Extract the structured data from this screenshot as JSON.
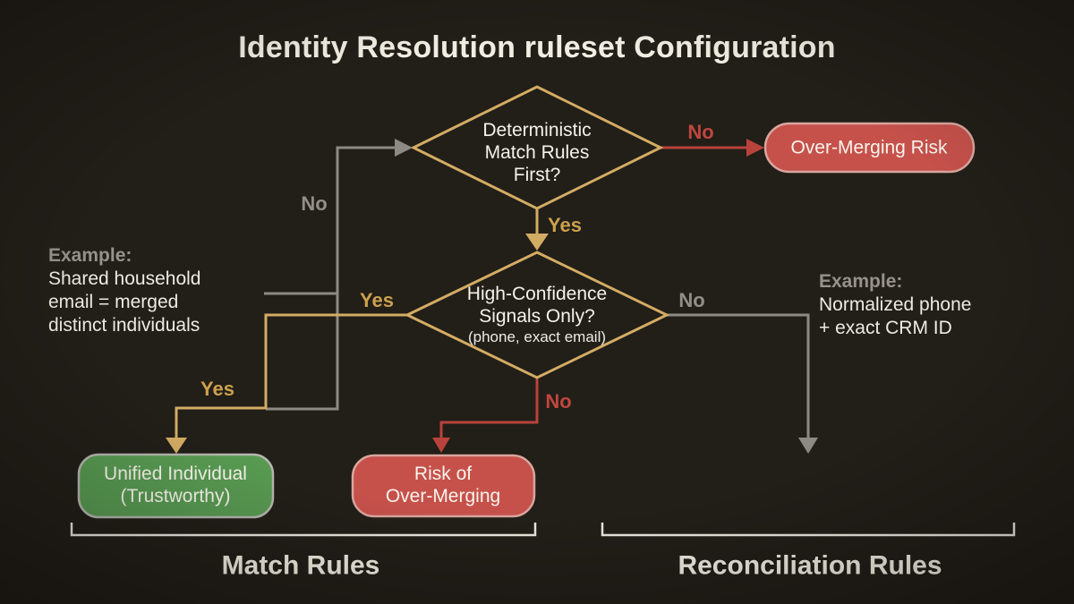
{
  "title": "Identity Resolution ruleset Configuration",
  "nodes": {
    "decision1": {
      "line1": "Deterministic",
      "line2": "Match Rules",
      "line3": "First?"
    },
    "decision2": {
      "line1": "High-Confidence",
      "line2": "Signals Only?",
      "sub": "(phone, exact email)"
    },
    "over_merging_risk": {
      "label": "Over-Merging Risk"
    },
    "unified_individual": {
      "line1": "Unified Individual",
      "line2": "(Trustworthy)"
    },
    "risk_of_over_merging": {
      "line1": "Risk of",
      "line2": "Over-Merging"
    }
  },
  "edge_labels": {
    "loop_no": "No",
    "d1_yes": "Yes",
    "d1_no": "No",
    "d2_yes_near": "Yes",
    "d2_yes_far": "Yes",
    "d2_no_right": "No",
    "d2_no_down": "No"
  },
  "examples": {
    "left": {
      "heading": "Example:",
      "line1": "Shared household",
      "line2": "email = merged",
      "line3": "distinct individuals"
    },
    "right": {
      "heading": "Example:",
      "line1": "Normalized phone",
      "line2": "+ exact CRM ID"
    }
  },
  "sections": {
    "left": "Match Rules",
    "right": "Reconciliation Rules"
  },
  "colors": {
    "background": "#221e18",
    "gold": "#d3ac64",
    "gray": "#8d8a83",
    "red_line": "#b8433c",
    "red_fill": "#c6514b",
    "red_border": "#d9a69e",
    "green_fill": "#589a52",
    "green_border": "#b5b6ae",
    "bracket": "#ebe8e0",
    "text": "#f1ede2"
  }
}
